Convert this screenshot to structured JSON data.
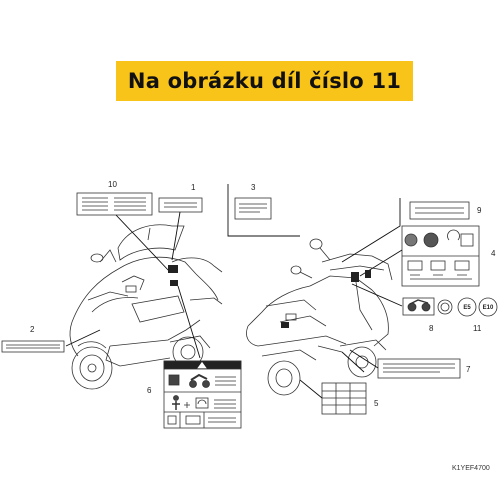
{
  "banner": {
    "text": "Na obrázku díl číslo 11",
    "color": "#f9c41a"
  },
  "callouts": [
    "1",
    "2",
    "3",
    "4",
    "5",
    "6",
    "7",
    "8",
    "9",
    "10",
    "11"
  ],
  "badges": {
    "e5": "E5",
    "e10": "E10"
  },
  "figure_code": "K1YEF4700",
  "icons": [
    "scooter-left-illustration",
    "scooter-right-illustration",
    "warning-triangle-icon",
    "motorcycle-icon",
    "helmet-icon",
    "rider-icon"
  ]
}
